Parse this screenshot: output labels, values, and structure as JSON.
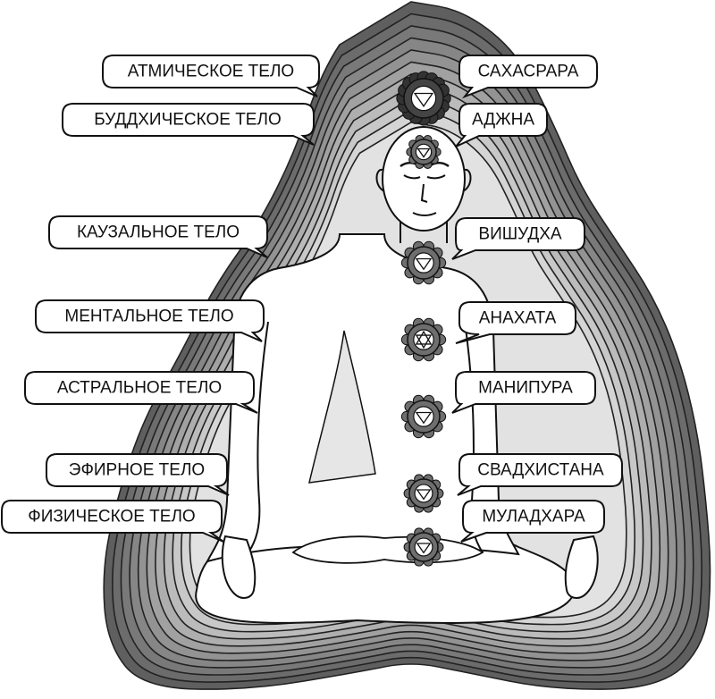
{
  "bodies": [
    "АТМИЧЕСКОЕ ТЕЛО",
    "БУДДХИЧЕСКОЕ ТЕЛО",
    "КАУЗАЛЬНОЕ ТЕЛО",
    "МЕНТАЛЬНОЕ ТЕЛО",
    "АСТРАЛЬНОЕ ТЕЛО",
    "ЭФИРНОЕ ТЕЛО",
    "ФИЗИЧЕСКОЕ ТЕЛО"
  ],
  "chakras": [
    "САХАСРАРА",
    "АДЖНА",
    "ВИШУДХА",
    "АНАХАТА",
    "МАНИПУРА",
    "СВАДХИСТАНА",
    "МУЛАДХАРА"
  ],
  "colors": {
    "aura_outer": "#5f5f5f",
    "aura_inner": "#e2e2e2",
    "body_fill": "#ffffff",
    "chakra_fill": "#6e6e6e",
    "outline": "#111111"
  }
}
